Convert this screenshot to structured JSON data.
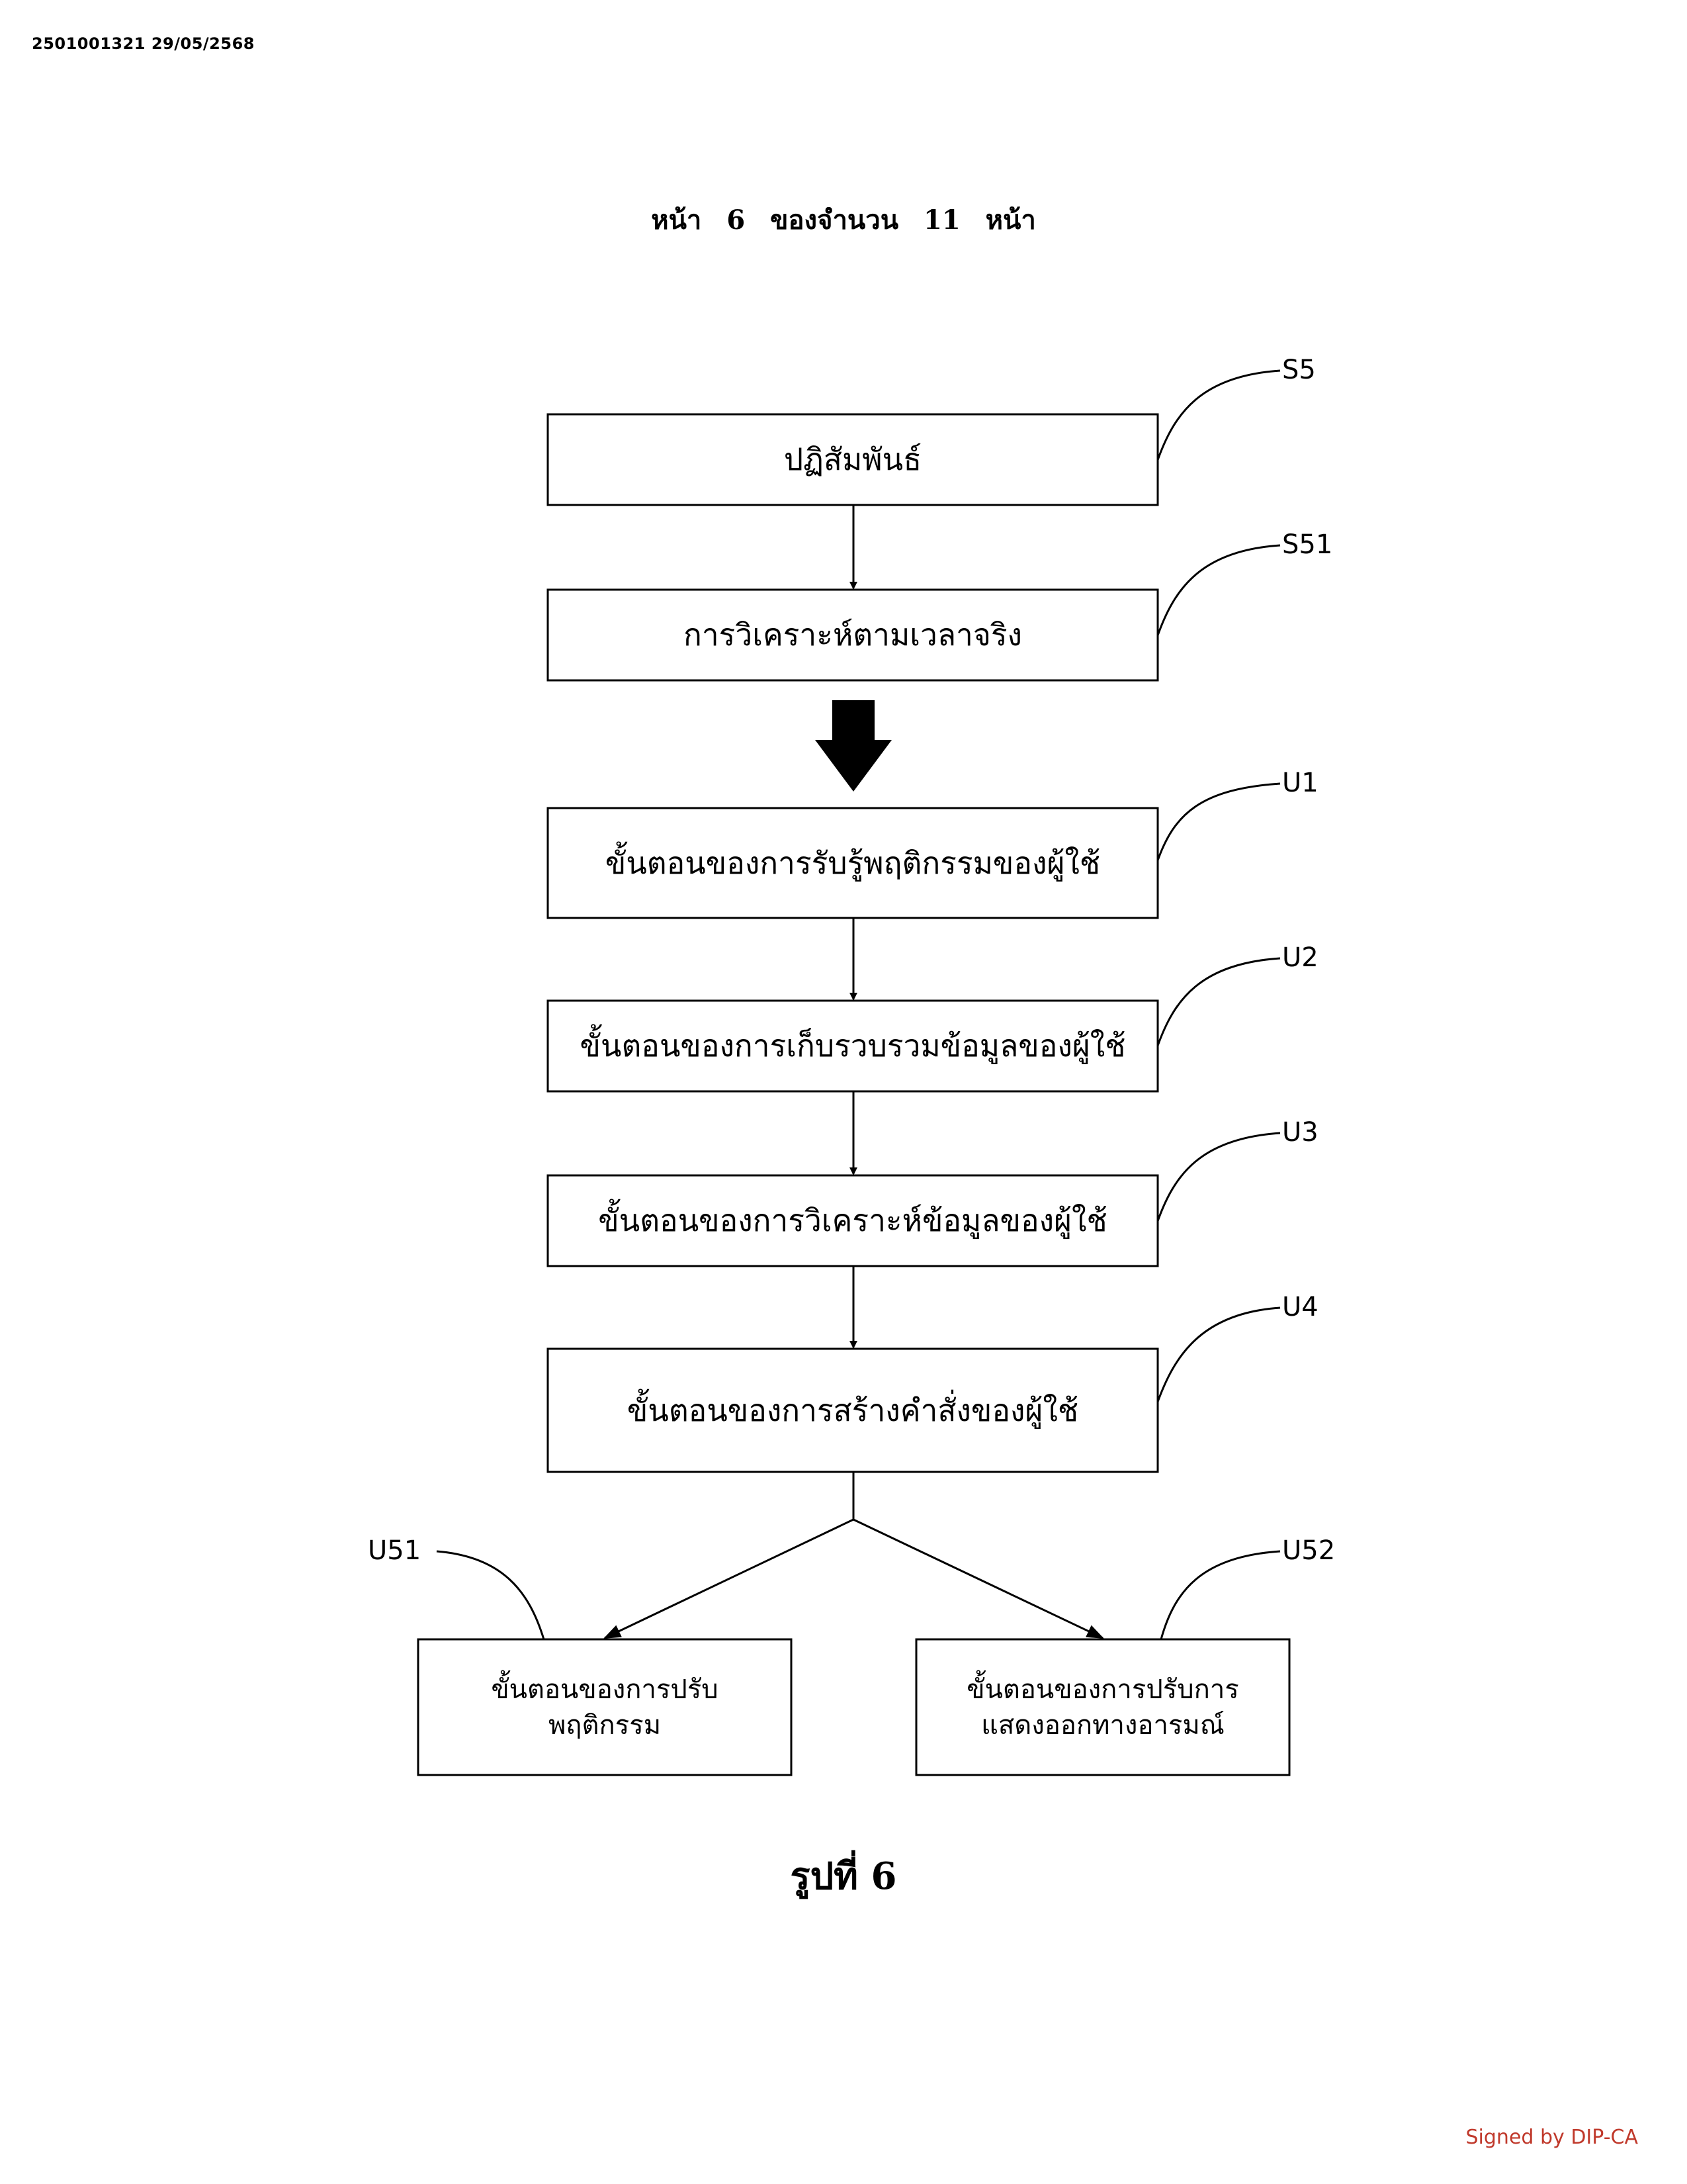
{
  "header": {
    "doc_id": "2501001321 29/05/2568"
  },
  "page_count": {
    "prefix": "หน้า",
    "current": "6",
    "middle": "ของจำนวน",
    "total": "11",
    "suffix": "หน้า"
  },
  "boxes": {
    "s5": {
      "ref": "S5",
      "label": "ปฏิสัมพันธ์"
    },
    "s51": {
      "ref": "S51",
      "label": "การวิเคราะห์ตามเวลาจริง"
    },
    "u1": {
      "ref": "U1",
      "label": "ขั้นตอนของการรับรู้พฤติกรรมของผู้ใช้"
    },
    "u2": {
      "ref": "U2",
      "label": "ขั้นตอนของการเก็บรวบรวมข้อมูลของผู้ใช้"
    },
    "u3": {
      "ref": "U3",
      "label": "ขั้นตอนของการวิเคราะห์ข้อมูลของผู้ใช้"
    },
    "u4": {
      "ref": "U4",
      "label": "ขั้นตอนของการสร้างคำสั่งของผู้ใช้"
    },
    "u51": {
      "ref": "U51",
      "line1": "ขั้นตอนของการปรับ",
      "line2": "พฤติกรรม"
    },
    "u52": {
      "ref": "U52",
      "line1": "ขั้นตอนของการปรับการ",
      "line2": "แสดงออกทางอารมณ์"
    }
  },
  "caption": "รูปที่ 6",
  "signed": "Signed by DIP-CA"
}
